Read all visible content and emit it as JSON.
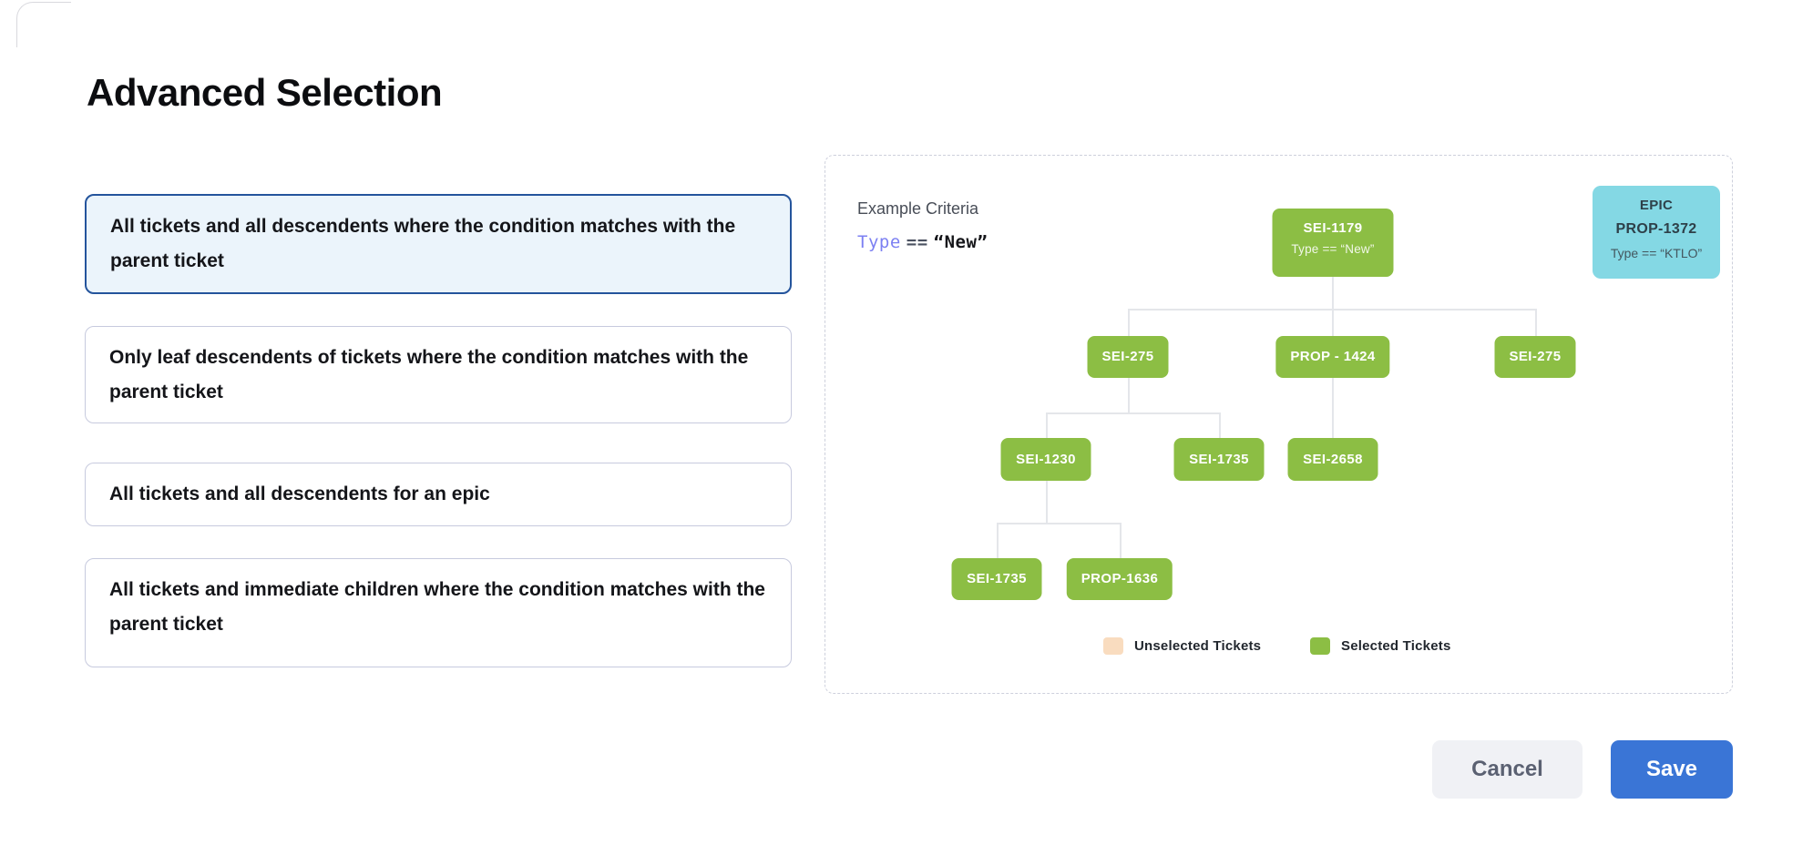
{
  "page": {
    "title": "Advanced Selection"
  },
  "options": [
    {
      "label": "All tickets and all descendents where the condition matches with the parent ticket",
      "selected": true
    },
    {
      "label": "Only leaf descendents of tickets where the condition matches with the parent ticket",
      "selected": false
    },
    {
      "label": "All tickets and all descendents for an epic",
      "selected": false
    },
    {
      "label": "All tickets and immediate children where the condition matches with the parent ticket",
      "selected": false
    }
  ],
  "preview": {
    "criteria_label": "Example Criteria",
    "criteria_code": {
      "field": "Type",
      "operator": "==",
      "value": "“New”"
    },
    "epic_card": {
      "type_label": "EPIC",
      "id": "PROP-1372",
      "condition": "Type == “KTLO”"
    },
    "tree": {
      "nodes": [
        {
          "id": "SEI-1179",
          "condition": "Type == “New”"
        },
        {
          "id": "SEI-275"
        },
        {
          "id": "PROP - 1424"
        },
        {
          "id": "SEI-275"
        },
        {
          "id": "SEI-1230"
        },
        {
          "id": "SEI-1735"
        },
        {
          "id": "SEI-2658"
        },
        {
          "id": "SEI-1735"
        },
        {
          "id": "PROP-1636"
        }
      ]
    },
    "legend": [
      {
        "label": "Unselected Tickets",
        "color": "#f9dcbf"
      },
      {
        "label": "Selected Tickets",
        "color": "#8cbe44"
      }
    ]
  },
  "footer": {
    "cancel_label": "Cancel",
    "save_label": "Save"
  },
  "colors": {
    "selected_node": "#8cbe44",
    "unselected_node": "#f9dcbf",
    "epic_card_bg": "#84d8e4",
    "selected_card_border": "#24549c",
    "selected_card_bg": "#ebf4fb",
    "save_button": "#3a75d6"
  }
}
